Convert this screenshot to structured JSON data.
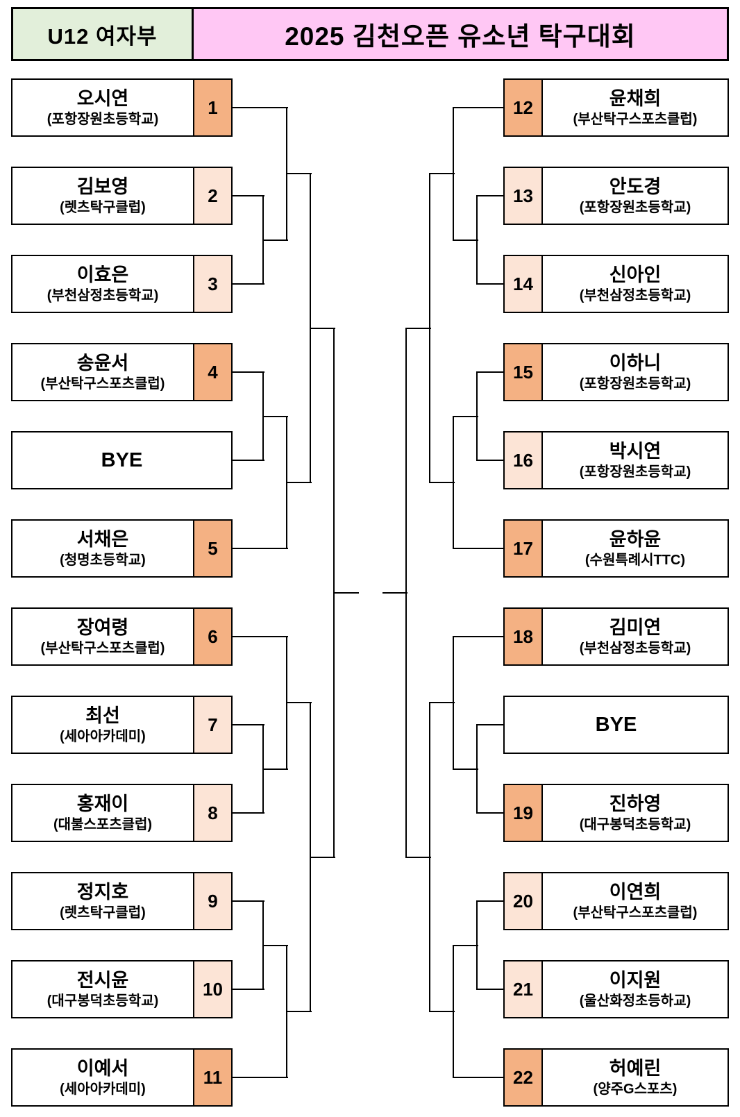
{
  "header": {
    "division": "U12 여자부",
    "title": "2025 김천오픈 유소년 탁구대회"
  },
  "colors": {
    "seed_strong": "#F4B183",
    "seed_light": "#FCE4D6",
    "division_bg": "#E2EFDA",
    "title_bg": "#FFC7F4",
    "line": "#000000",
    "box_bg": "#FFFFFF",
    "text": "#000000"
  },
  "bracket": {
    "left": [
      {
        "seed": "1",
        "name": "오시연",
        "club": "(포항장원초등학교)",
        "tone": "strong"
      },
      {
        "seed": "2",
        "name": "김보영",
        "club": "(렛츠탁구클럽)",
        "tone": "light"
      },
      {
        "seed": "3",
        "name": "이효은",
        "club": "(부천삼정초등학교)",
        "tone": "light"
      },
      {
        "seed": "4",
        "name": "송윤서",
        "club": "(부산탁구스포츠클럽)",
        "tone": "strong"
      },
      {
        "seed": "",
        "name": "BYE",
        "club": "",
        "tone": "bye"
      },
      {
        "seed": "5",
        "name": "서채은",
        "club": "(청명초등학교)",
        "tone": "strong"
      },
      {
        "seed": "6",
        "name": "장여령",
        "club": "(부산탁구스포츠클럽)",
        "tone": "strong"
      },
      {
        "seed": "7",
        "name": "최선",
        "club": "(세아아카데미)",
        "tone": "light"
      },
      {
        "seed": "8",
        "name": "홍재이",
        "club": "(대불스포츠클럽)",
        "tone": "light"
      },
      {
        "seed": "9",
        "name": "정지호",
        "club": "(렛츠탁구클럽)",
        "tone": "light"
      },
      {
        "seed": "10",
        "name": "전시윤",
        "club": "(대구봉덕초등학교)",
        "tone": "light"
      },
      {
        "seed": "11",
        "name": "이예서",
        "club": "(세아아카데미)",
        "tone": "strong"
      }
    ],
    "right": [
      {
        "seed": "12",
        "name": "윤채희",
        "club": "(부산탁구스포츠클럽)",
        "tone": "strong"
      },
      {
        "seed": "13",
        "name": "안도경",
        "club": "(포항장원초등학교)",
        "tone": "light"
      },
      {
        "seed": "14",
        "name": "신아인",
        "club": "(부천삼정초등학교)",
        "tone": "light"
      },
      {
        "seed": "15",
        "name": "이하니",
        "club": "(포항장원초등학교)",
        "tone": "strong"
      },
      {
        "seed": "16",
        "name": "박시연",
        "club": "(포항장원초등학교)",
        "tone": "light"
      },
      {
        "seed": "17",
        "name": "윤하윤",
        "club": "(수원특례시TTC)",
        "tone": "strong"
      },
      {
        "seed": "18",
        "name": "김미연",
        "club": "(부천삼정초등학교)",
        "tone": "strong"
      },
      {
        "seed": "",
        "name": "BYE",
        "club": "",
        "tone": "bye"
      },
      {
        "seed": "19",
        "name": "진하영",
        "club": "(대구봉덕초등학교)",
        "tone": "strong"
      },
      {
        "seed": "20",
        "name": "이연희",
        "club": "(부산탁구스포츠클럽)",
        "tone": "light"
      },
      {
        "seed": "21",
        "name": "이지원",
        "club": "(울산화정초등하교)",
        "tone": "light"
      },
      {
        "seed": "22",
        "name": "허예린",
        "club": "(양주G스포츠)",
        "tone": "strong"
      }
    ]
  }
}
